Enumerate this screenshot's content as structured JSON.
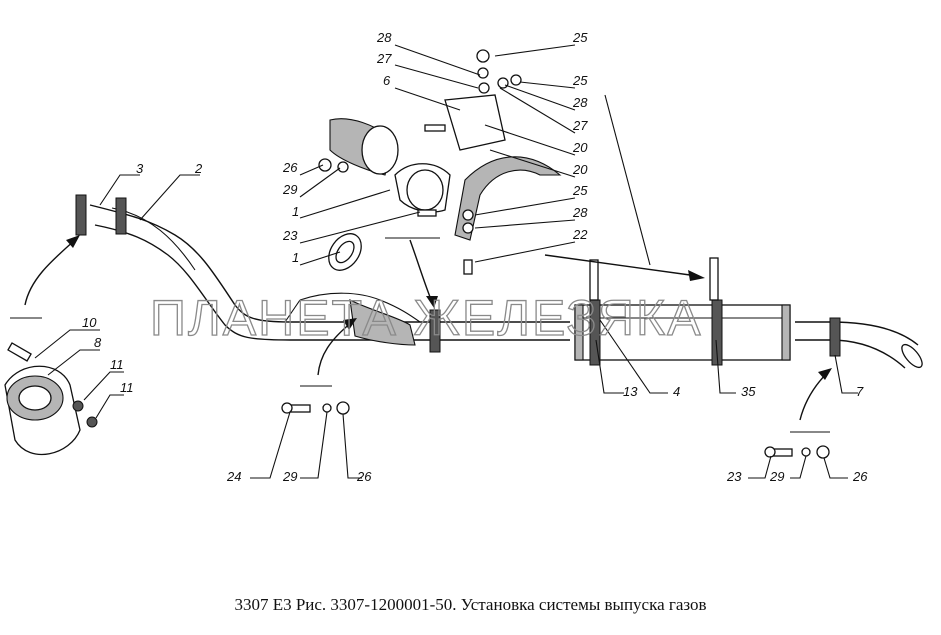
{
  "caption": "3307 Е3 Рис. 3307-1200001-50. Установка системы выпуска газов",
  "watermark": "ПЛАНЕТА ЖЕЛЕЗЯКА",
  "labels": {
    "l3": "3",
    "l2": "2",
    "l10": "10",
    "l8": "8",
    "l11a": "11",
    "l11b": "11",
    "l28a": "28",
    "l27a": "27",
    "l6": "6",
    "l25a": "25",
    "l25b": "25",
    "l28b": "28",
    "l27b": "27",
    "l20a": "20",
    "l20b": "20",
    "l25c": "25",
    "l28c": "28",
    "l22": "22",
    "l26a": "26",
    "l29a": "29",
    "l1a": "1",
    "l23a": "23",
    "l1b": "1",
    "l24": "24",
    "l29b": "29",
    "l26b": "26",
    "l13": "13",
    "l4": "4",
    "l35": "35",
    "l7": "7",
    "l23b": "23",
    "l29c": "29",
    "l26c": "26"
  }
}
